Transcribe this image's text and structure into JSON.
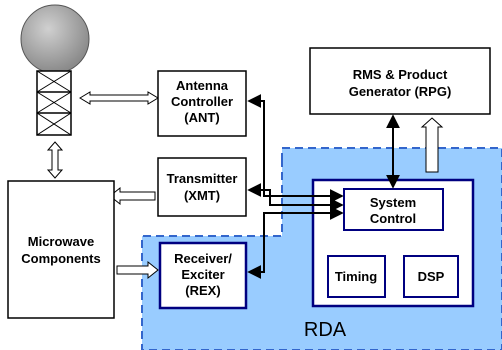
{
  "diagram": {
    "region_label": "RDA",
    "boxes": {
      "rpg": {
        "line1": "RMS & Product",
        "line2": "Generator (RPG)"
      },
      "ant": {
        "line1": "Antenna",
        "line2": "Controller",
        "line3": "(ANT)"
      },
      "xmt": {
        "line1": "Transmitter",
        "line2": "(XMT)"
      },
      "microwave": {
        "line1": "Microwave",
        "line2": "Components"
      },
      "rex": {
        "line1": "Receiver/",
        "line2": "Exciter",
        "line3": "(REX)"
      },
      "sys_control": {
        "line1": "System",
        "line2": "Control"
      },
      "timing": {
        "label": "Timing"
      },
      "dsp": {
        "label": "DSP"
      }
    },
    "colors": {
      "rda_fill": "#99ccff",
      "rda_border": "#3366cc",
      "box_border_inner": "#000080",
      "radome": "#9a9a9a"
    }
  }
}
